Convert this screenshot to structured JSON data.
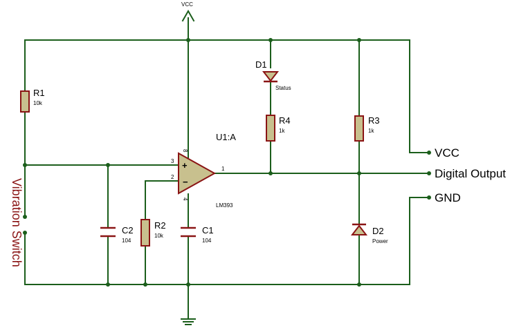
{
  "power": {
    "vcc_port": "VCC"
  },
  "opamp": {
    "ref": "U1:A",
    "part": "LM393",
    "pin_plus": "+",
    "pin_minus": "−",
    "pin_in_plus": "3",
    "pin_in_minus": "2",
    "pin_out": "1",
    "pin_vcc": "8",
    "pin_gnd": "4"
  },
  "resistors": {
    "r1": {
      "ref": "R1",
      "value": "10k"
    },
    "r2": {
      "ref": "R2",
      "value": "10k"
    },
    "r3": {
      "ref": "R3",
      "value": "1k"
    },
    "r4": {
      "ref": "R4",
      "value": "1k"
    }
  },
  "capacitors": {
    "c1": {
      "ref": "C1",
      "value": "104"
    },
    "c2": {
      "ref": "C2",
      "value": "104"
    }
  },
  "diodes": {
    "d1": {
      "ref": "D1",
      "label": "Status"
    },
    "d2": {
      "ref": "D2",
      "label": "Power"
    }
  },
  "connector": {
    "vcc": "VCC",
    "output": "Digital Output",
    "gnd": "GND"
  },
  "switch_label": "Vibration Switch",
  "colors": {
    "wire": "#1b5e1b",
    "component": "#8a1414",
    "resistor_body": "#c8c08e"
  }
}
